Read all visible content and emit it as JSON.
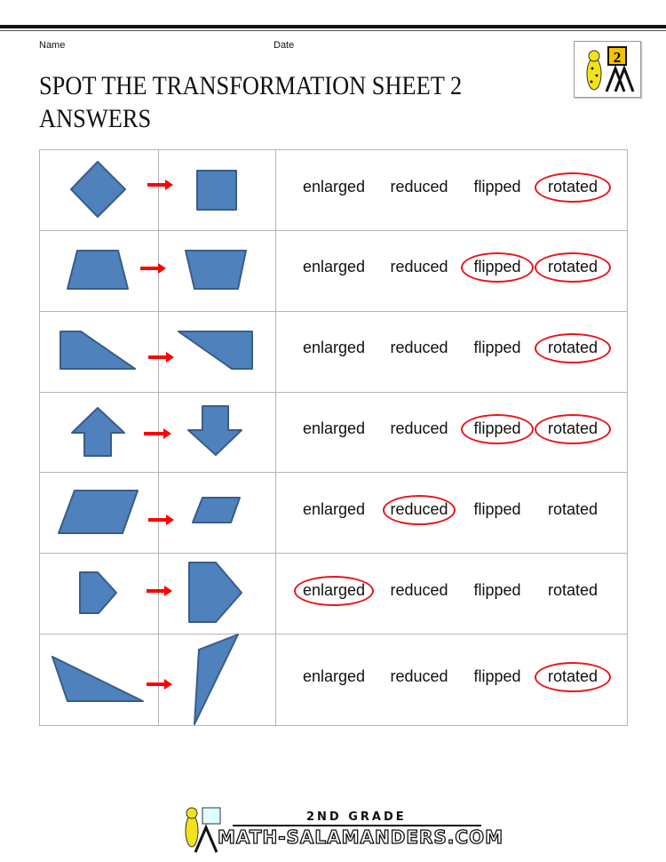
{
  "header": {
    "name_label": "Name",
    "date_label": "Date",
    "title_line1": "SPOT THE TRANSFORMATION SHEET 2",
    "title_line2": "ANSWERS"
  },
  "logo": {
    "badge": "2"
  },
  "options": [
    "enlarged",
    "reduced",
    "flipped",
    "rotated"
  ],
  "rows": [
    {
      "circled": [
        "rotated"
      ]
    },
    {
      "circled": [
        "flipped",
        "rotated"
      ]
    },
    {
      "circled": [
        "rotated"
      ]
    },
    {
      "circled": [
        "flipped",
        "rotated"
      ]
    },
    {
      "circled": [
        "reduced"
      ]
    },
    {
      "circled": [
        "enlarged"
      ]
    },
    {
      "circled": [
        "rotated"
      ]
    }
  ],
  "colors": {
    "shape_fill": "#4f81bd",
    "shape_stroke": "#385d8a",
    "arrow": "#ff0000",
    "circle": "#e8141c"
  },
  "footer": {
    "line1": "2ND GRADE",
    "line2": "MATH-SALAMANDERS.COM"
  }
}
